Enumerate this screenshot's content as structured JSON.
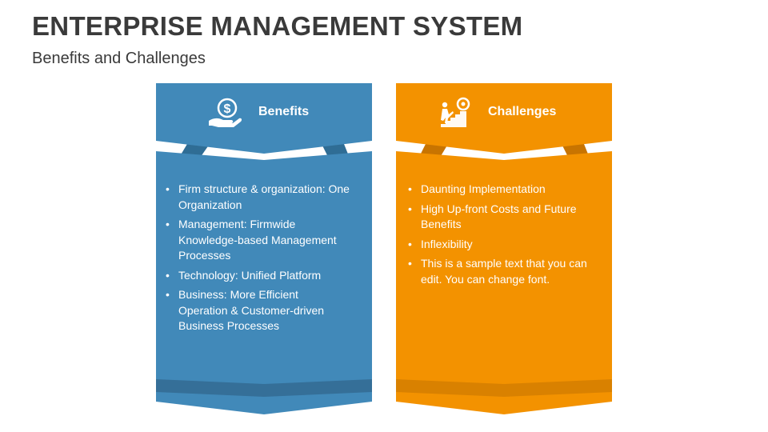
{
  "slide": {
    "title": "ENTERPRISE MANAGEMENT SYSTEM",
    "subtitle": "Benefits and Challenges"
  },
  "colors": {
    "benefits": "#4189b9",
    "benefits_dark": "#2f6d95",
    "benefits_band": "#356f98",
    "challenges": "#f39200",
    "challenges_dark": "#c87400",
    "challenges_band": "#d98100"
  },
  "benefits": {
    "label": "Benefits",
    "icon": "hand-dollar-icon",
    "items": [
      "Firm structure & organization: One Organization",
      "Management: Firmwide Knowledge-based Management Processes",
      "Technology: Unified Platform",
      "Business: More Efficient Operation & Customer-driven Business Processes"
    ]
  },
  "challenges": {
    "label": "Challenges",
    "icon": "climbing-goal-icon",
    "items": [
      "Daunting Implementation",
      "High Up-front Costs and Future Benefits",
      "Inflexibility",
      "This is a sample text that you can edit. You can change font."
    ]
  }
}
